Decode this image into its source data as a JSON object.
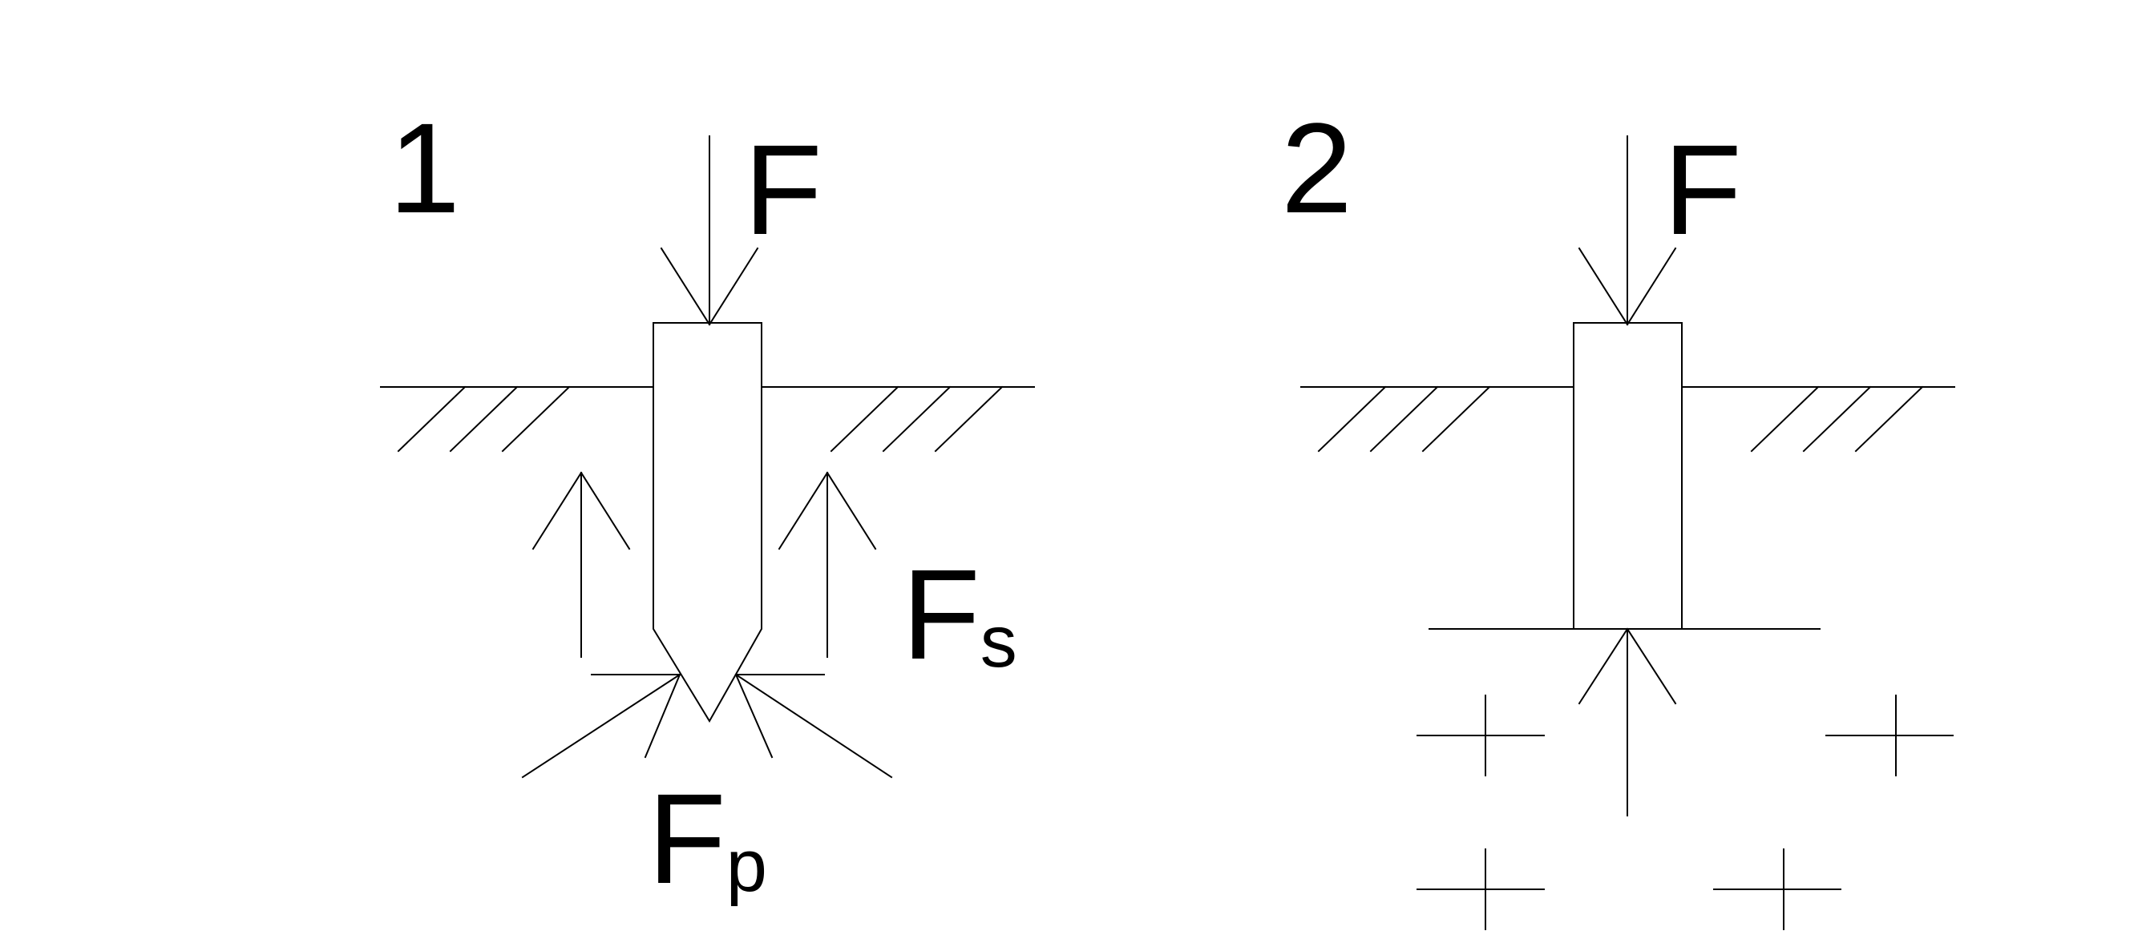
{
  "colors": {
    "background": "#ffffff",
    "line": "#000000"
  },
  "panel_1": {
    "number": "1",
    "load_label": "F",
    "shaft_label_main": "F",
    "shaft_label_sub": "s",
    "point_label_main": "F",
    "point_label_sub": "p"
  },
  "panel_2": {
    "number": "2",
    "load_label": "F"
  }
}
